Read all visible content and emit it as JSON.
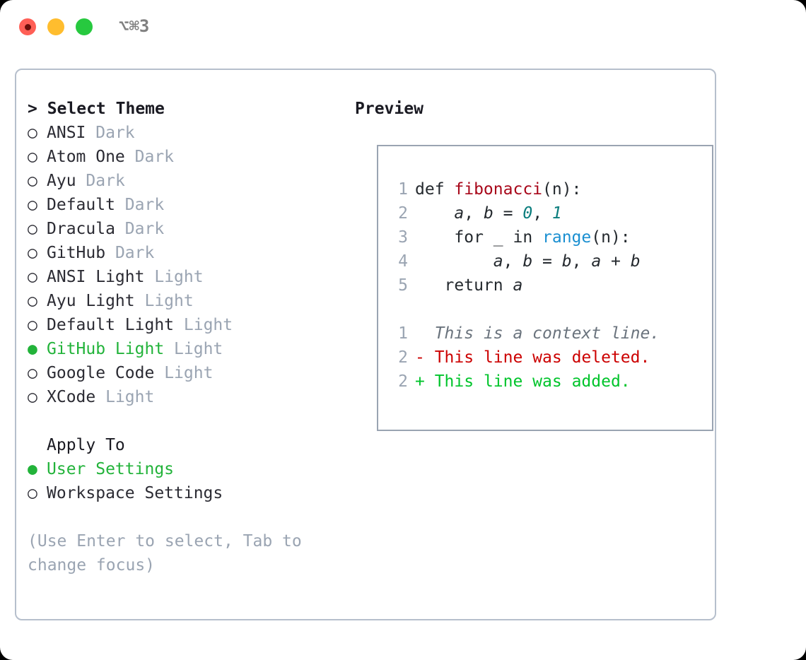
{
  "titlebar": {
    "shortcut": "⌥⌘3",
    "buttons": [
      {
        "name": "close",
        "color": "#ff5f56"
      },
      {
        "name": "minimize",
        "color": "#ffbd2e"
      },
      {
        "name": "maximize",
        "color": "#27c93f"
      }
    ]
  },
  "theme_list": {
    "header": "> Select Theme",
    "items": [
      {
        "marker": "○",
        "label": "ANSI",
        "tag": "Dark",
        "selected": false
      },
      {
        "marker": "○",
        "label": "Atom One",
        "tag": "Dark",
        "selected": false
      },
      {
        "marker": "○",
        "label": "Ayu",
        "tag": "Dark",
        "selected": false
      },
      {
        "marker": "○",
        "label": "Default",
        "tag": "Dark",
        "selected": false
      },
      {
        "marker": "○",
        "label": "Dracula",
        "tag": "Dark",
        "selected": false
      },
      {
        "marker": "○",
        "label": "GitHub",
        "tag": "Dark",
        "selected": false
      },
      {
        "marker": "○",
        "label": "ANSI Light",
        "tag": "Light",
        "selected": false
      },
      {
        "marker": "○",
        "label": "Ayu Light",
        "tag": "Light",
        "selected": false
      },
      {
        "marker": "○",
        "label": "Default Light",
        "tag": "Light",
        "selected": false
      },
      {
        "marker": "●",
        "label": "GitHub Light",
        "tag": "Light",
        "selected": true
      },
      {
        "marker": "○",
        "label": "Google Code",
        "tag": "Light",
        "selected": false
      },
      {
        "marker": "○",
        "label": "XCode",
        "tag": "Light",
        "selected": false
      }
    ]
  },
  "apply_to": {
    "header": "Apply To",
    "items": [
      {
        "marker": "●",
        "label": "User Settings",
        "selected": true
      },
      {
        "marker": "○",
        "label": "Workspace Settings",
        "selected": false
      }
    ]
  },
  "hint": "(Use Enter to select, Tab to change focus)",
  "preview": {
    "title": "Preview",
    "code_lines": [
      {
        "num": "1",
        "tokens": [
          {
            "text": "def ",
            "type": "plain"
          },
          {
            "text": "fibonacci",
            "type": "fn"
          },
          {
            "text": "(n):",
            "type": "plain"
          }
        ]
      },
      {
        "num": "2",
        "tokens": [
          {
            "text": "    ",
            "type": "plain"
          },
          {
            "text": "a",
            "type": "var"
          },
          {
            "text": ", ",
            "type": "plain"
          },
          {
            "text": "b",
            "type": "var"
          },
          {
            "text": " = ",
            "type": "plain"
          },
          {
            "text": "0",
            "type": "num"
          },
          {
            "text": ", ",
            "type": "plain"
          },
          {
            "text": "1",
            "type": "num"
          }
        ]
      },
      {
        "num": "3",
        "tokens": [
          {
            "text": "    for _ in ",
            "type": "plain"
          },
          {
            "text": "range",
            "type": "call"
          },
          {
            "text": "(n):",
            "type": "plain"
          }
        ]
      },
      {
        "num": "4",
        "tokens": [
          {
            "text": "        ",
            "type": "plain"
          },
          {
            "text": "a",
            "type": "var"
          },
          {
            "text": ", ",
            "type": "plain"
          },
          {
            "text": "b",
            "type": "var"
          },
          {
            "text": " = ",
            "type": "plain"
          },
          {
            "text": "b",
            "type": "var"
          },
          {
            "text": ", ",
            "type": "plain"
          },
          {
            "text": "a",
            "type": "var"
          },
          {
            "text": " + ",
            "type": "plain"
          },
          {
            "text": "b",
            "type": "var"
          }
        ]
      },
      {
        "num": "5",
        "tokens": [
          {
            "text": "   return ",
            "type": "plain"
          },
          {
            "text": "a",
            "type": "var"
          }
        ]
      }
    ],
    "diff_lines": [
      {
        "num": "1",
        "sign": "  ",
        "text": "This is a context line.",
        "type": "ctx"
      },
      {
        "num": "2",
        "sign": "- ",
        "text": "This line was deleted.",
        "type": "del"
      },
      {
        "num": "2",
        "sign": "+ ",
        "text": "This line was added.",
        "type": "add"
      }
    ]
  },
  "colors": {
    "accent_green": "#22b33a",
    "tag_gray": "#9aa4b2",
    "panel_border": "#b6bfcc",
    "preview_border": "#9aa4b2",
    "code_fn": "#a8071a",
    "code_num": "#0a7d7d",
    "code_call": "#1a8fd1",
    "diff_deleted": "#cc0000",
    "diff_added": "#00c42b",
    "text": "#2b2b33"
  }
}
